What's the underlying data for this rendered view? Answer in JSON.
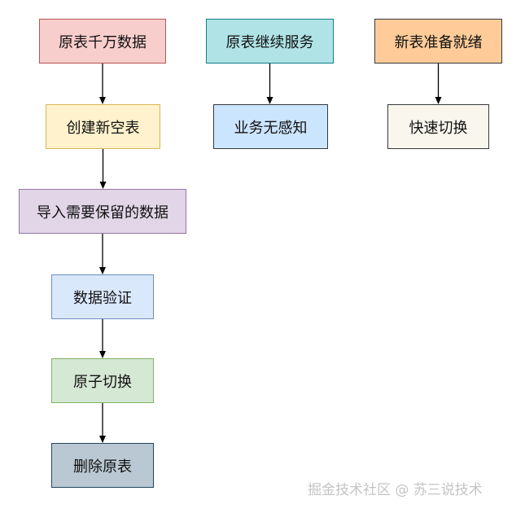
{
  "diagram": {
    "nodes": [
      {
        "id": "raw",
        "label": "原表千万数据",
        "fill": "#f8cecc",
        "stroke": "#b85450"
      },
      {
        "id": "create",
        "label": "创建新空表",
        "fill": "#fff2cc",
        "stroke": "#d6b656"
      },
      {
        "id": "import",
        "label": "导入需要保留的数据",
        "fill": "#e1d5e7",
        "stroke": "#9673a6"
      },
      {
        "id": "verify",
        "label": "数据验证",
        "fill": "#dae8fc",
        "stroke": "#6c8ebf"
      },
      {
        "id": "swap",
        "label": "原子切换",
        "fill": "#d5e8d4",
        "stroke": "#82b366"
      },
      {
        "id": "delete",
        "label": "删除原表",
        "fill": "#bac8d3",
        "stroke": "#23445d"
      },
      {
        "id": "serve",
        "label": "原表继续服务",
        "fill": "#b0e3e6",
        "stroke": "#0e8088"
      },
      {
        "id": "noaware",
        "label": "业务无感知",
        "fill": "#cce5ff",
        "stroke": "#36393d"
      },
      {
        "id": "ready",
        "label": "新表准备就绪",
        "fill": "#ffcc99",
        "stroke": "#36393d"
      },
      {
        "id": "fast",
        "label": "快速切换",
        "fill": "#f9f7ed",
        "stroke": "#36393d"
      }
    ],
    "edges": [
      {
        "from": "raw",
        "to": "create"
      },
      {
        "from": "create",
        "to": "import"
      },
      {
        "from": "import",
        "to": "verify"
      },
      {
        "from": "verify",
        "to": "swap"
      },
      {
        "from": "swap",
        "to": "delete"
      },
      {
        "from": "serve",
        "to": "noaware"
      },
      {
        "from": "ready",
        "to": "fast"
      }
    ]
  },
  "watermark": "掘金技术社区 @ 苏三说技术"
}
